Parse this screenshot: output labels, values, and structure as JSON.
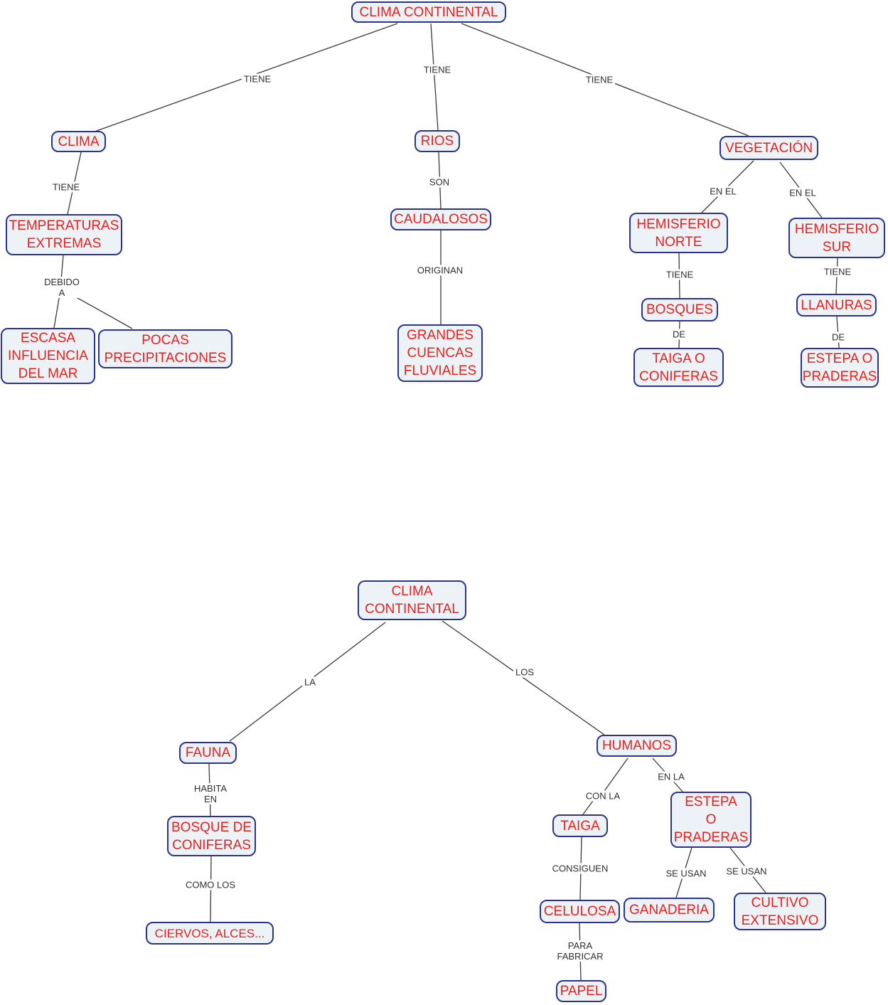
{
  "colors": {
    "background": "#ffffff",
    "node_fill": "#edf2f7",
    "node_border": "#2b3590",
    "node_text": "#e8201d",
    "label_text": "#2f2f2f",
    "line": "#3a3a3a"
  },
  "top_map": {
    "nodes": {
      "clima_continental": "CLIMA CONTINENTAL",
      "clima": "CLIMA",
      "temperaturas_extremas": "TEMPERATURAS\nEXTREMAS",
      "escasa_influencia_del_mar": "ESCASA\nINFLUENCIA\nDEL MAR",
      "pocas_precipitaciones": "POCAS\nPRECIPITACIONES",
      "rios": "RIOS",
      "caudalosos": "CAUDALOSOS",
      "grandes_cuencas_fluviales": "GRANDES\nCUENCAS\nFLUVIALES",
      "vegetacion": "VEGETACIÓN",
      "hemisferio_norte": "HEMISFERIO\nNORTE",
      "hemisferio_sur": "HEMISFERIO\nSUR",
      "bosques": "BOSQUES",
      "taiga_o_coniferas": "TAIGA O\nCONIFERAS",
      "llanuras": "LLANURAS",
      "estepa_o_praderas": "ESTEPA O\nPRADERAS"
    },
    "labels": {
      "tiene_left": "TIENE",
      "tiene_mid": "TIENE",
      "tiene_right": "TIENE",
      "tiene_clima": "TIENE",
      "debido_a": "DEBIDO\nA",
      "son": "SON",
      "originan": "ORIGINAN",
      "en_el_norte": "EN EL",
      "en_el_sur": "EN EL",
      "tiene_norte": "TIENE",
      "de_norte": "DE",
      "tiene_sur": "TIENE",
      "de_sur": "DE"
    }
  },
  "bottom_map": {
    "nodes": {
      "clima_continental": "CLIMA\nCONTINENTAL",
      "fauna": "FAUNA",
      "bosque_de_coniferas": "BOSQUE DE\nCONIFERAS",
      "ciervos_alces": "CIERVOS, ALCES...",
      "humanos": "HUMANOS",
      "taiga": "TAIGA",
      "estepa_o_praderas": "ESTEPA\nO\nPRADERAS",
      "celulosa": "CELULOSA",
      "ganaderia": "GANADERIA",
      "cultivo_extensivo": "CULTIVO\nEXTENSIVO",
      "papel": "PAPEL"
    },
    "labels": {
      "la": "LA",
      "los": "LOS",
      "habita_en": "HABITA\nEN",
      "como_los": "COMO LOS",
      "con_la": "CON LA",
      "en_la": "EN LA",
      "consiguen": "CONSIGUEN",
      "para_fabricar": "PARA\nFABRICAR",
      "se_usan_ganaderia": "SE USAN",
      "se_usan_cultivo": "SE USAN"
    }
  }
}
